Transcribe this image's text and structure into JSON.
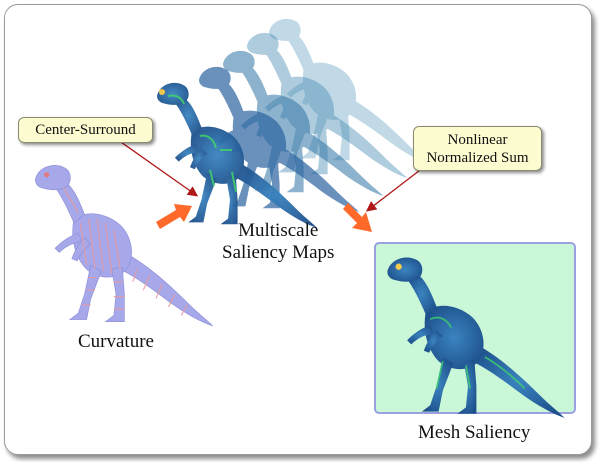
{
  "labels": {
    "curvature": "Curvature",
    "multiscale_line1": "Multiscale",
    "multiscale_line2": "Saliency Maps",
    "mesh_saliency": "Mesh Saliency"
  },
  "callouts": {
    "center_surround": "Center-Surround",
    "nonlinear_line1": "Nonlinear",
    "nonlinear_line2": "Normalized Sum"
  },
  "colors": {
    "curvature_body": "#a6a8ea",
    "curvature_stripe": "#e89aa0",
    "saliency_body": "#2f6fa8",
    "saliency_highlight": "#3fd36b",
    "saliency_panel_bg": "#c9f7d8",
    "saliency_panel_border": "#9aa0e0",
    "pointer_arrow": "#b01818",
    "flow_arrow": "#ff6a2a",
    "callout_bg": "#fdfbd0"
  }
}
